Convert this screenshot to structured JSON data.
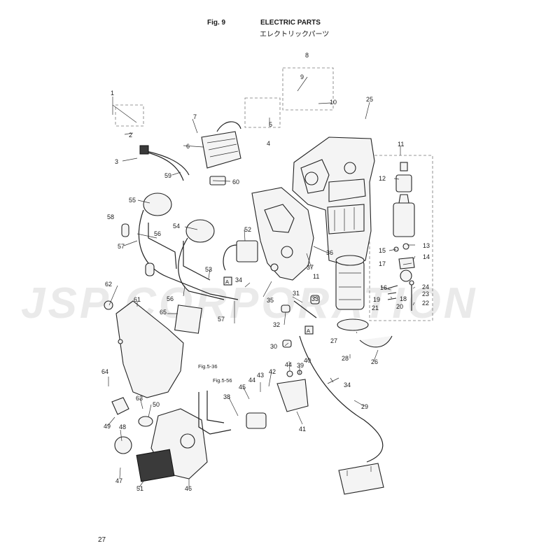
{
  "header": {
    "fig_label": "Fig. 9",
    "title_en": "ELECTRIC PARTS",
    "title_jp": "エレクトリックパーツ"
  },
  "watermark": "JSP CORPORATION",
  "page_number": "27",
  "references": {
    "fig_5_36": "Fig.5-36",
    "fig_5_56": "Fig.5-56",
    "marker_a": "A"
  },
  "callouts": [
    "1",
    "2",
    "3",
    "4",
    "5",
    "6",
    "7",
    "8",
    "9",
    "10",
    "11",
    "12",
    "13",
    "14",
    "15",
    "16",
    "17",
    "18",
    "19",
    "20",
    "21",
    "22",
    "23",
    "24",
    "25",
    "26",
    "27",
    "28",
    "29",
    "30",
    "31",
    "32",
    "33",
    "34",
    "35",
    "36",
    "37",
    "38",
    "39",
    "40",
    "41",
    "42",
    "43",
    "44",
    "45",
    "46",
    "47",
    "48",
    "49",
    "50",
    "51",
    "52",
    "53",
    "54",
    "55",
    "56",
    "57",
    "58",
    "59",
    "60",
    "61",
    "62",
    "63",
    "64",
    "65"
  ]
}
